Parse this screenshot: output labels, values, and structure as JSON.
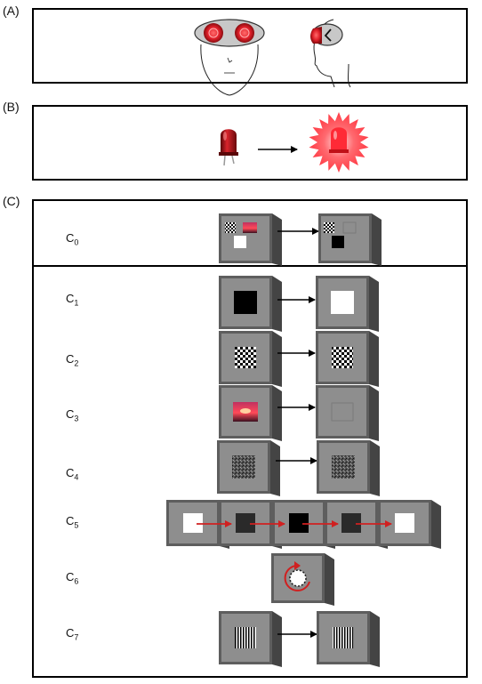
{
  "panels": {
    "a": {
      "label": "(A)"
    },
    "b": {
      "label": "(B)"
    },
    "c": {
      "label": "(C)"
    }
  },
  "conditions": [
    {
      "letter": "C",
      "sub": "0"
    },
    {
      "letter": "C",
      "sub": "1"
    },
    {
      "letter": "C",
      "sub": "2"
    },
    {
      "letter": "C",
      "sub": "3"
    },
    {
      "letter": "C",
      "sub": "4"
    },
    {
      "letter": "C",
      "sub": "5"
    },
    {
      "letter": "C",
      "sub": "6"
    },
    {
      "letter": "C",
      "sub": "7"
    }
  ],
  "colors": {
    "led_red": "#e0202a",
    "cube_face": "#8c8c8c",
    "cube_side": "#555555",
    "arrow_black": "#000000",
    "arrow_red": "#d02020"
  }
}
